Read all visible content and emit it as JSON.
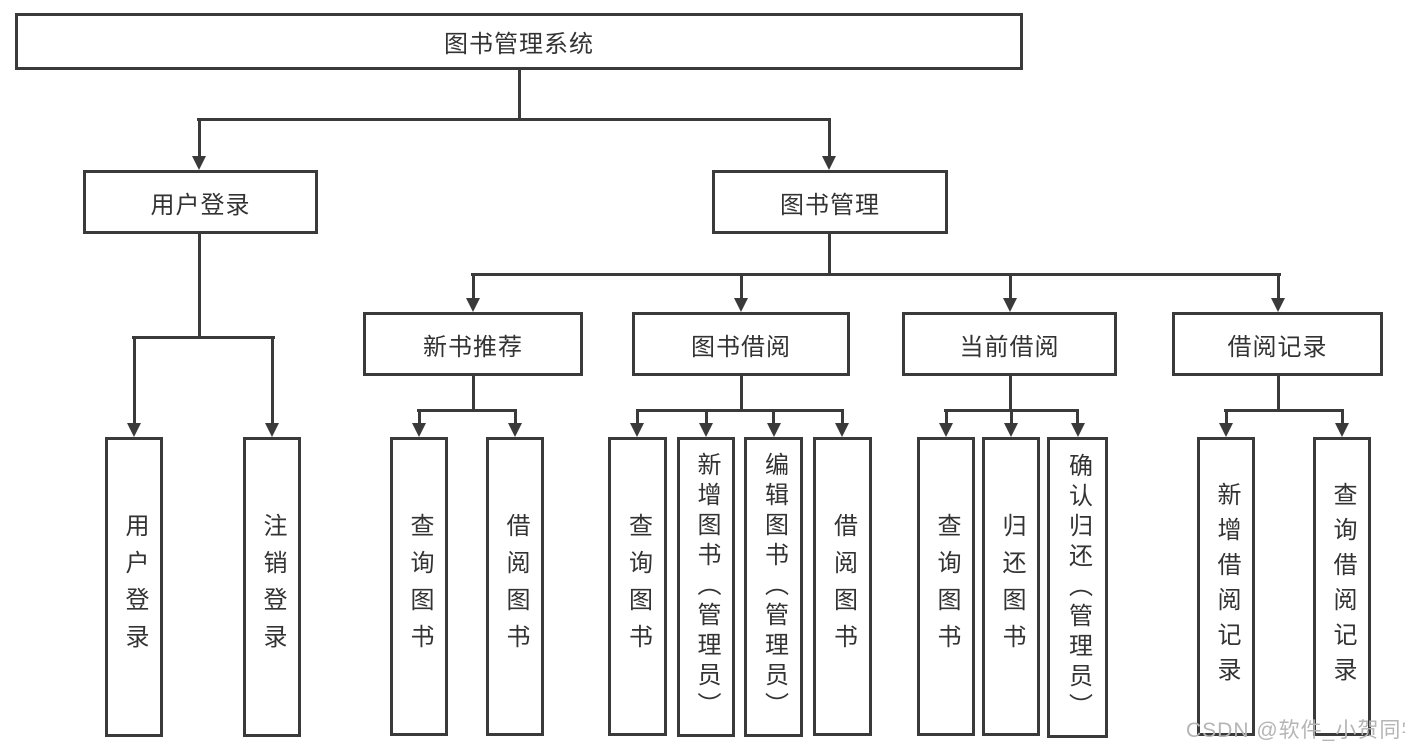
{
  "colors": {
    "line": "#3a3a3a",
    "text": "#333333",
    "watermark": "#b5b5b5",
    "background": "#ffffff"
  },
  "diagram": {
    "type": "tree",
    "root": {
      "label": "图书管理系统"
    },
    "branches": [
      {
        "label": "用户登录",
        "children": [
          "用户登录",
          "注销登录"
        ]
      },
      {
        "label": "图书管理",
        "groups": [
          {
            "label": "新书推荐",
            "children": [
              "查询图书",
              "借阅图书"
            ]
          },
          {
            "label": "图书借阅",
            "children": [
              "查询图书",
              "新增图书（管理员）",
              "编辑图书（管理员）",
              "借阅图书"
            ]
          },
          {
            "label": "当前借阅",
            "children": [
              "查询图书",
              "归还图书",
              "确认归还（管理员）"
            ]
          },
          {
            "label": "借阅记录",
            "children": [
              "新增借阅记录",
              "查询借阅记录"
            ]
          }
        ]
      }
    ]
  },
  "watermark": {
    "text": "CSDN @软件_小贺同学"
  }
}
